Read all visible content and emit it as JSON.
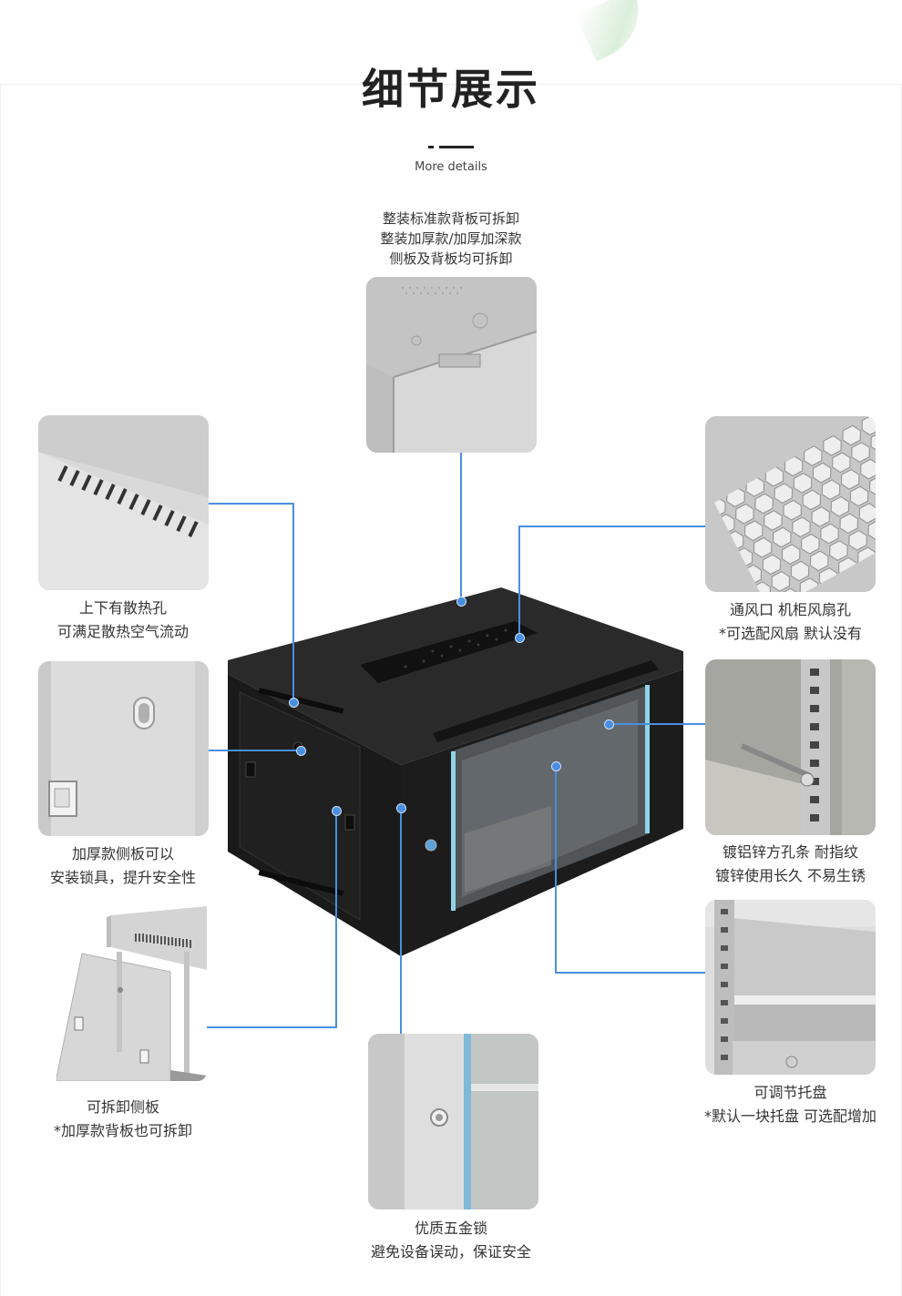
{
  "header": {
    "title": "细节展示",
    "subtitle": "More details"
  },
  "callouts": {
    "top": [
      "整装标准款背板可拆卸",
      "整装加厚款/加厚加深款",
      "侧板及背板均可拆卸"
    ],
    "vent_holes": [
      "上下有散热孔",
      "可满足散热空气流动"
    ],
    "side_lock": [
      "加厚款侧板可以",
      "安装锁具，提升安全性"
    ],
    "removable_side": [
      "可拆卸侧板",
      "*加厚款背板也可拆卸"
    ],
    "fan_holes": [
      "通风口 机柜风扇孔",
      "*可选配风扇 默认没有"
    ],
    "rails": [
      "镀铝锌方孔条 耐指纹",
      "镀锌使用长久 不易生锈"
    ],
    "tray": [
      "可调节托盘",
      "*默认一块托盘 可选配增加"
    ],
    "lock": [
      "优质五金锁",
      "避免设备误动，保证安全"
    ]
  },
  "colors": {
    "accent": "#4a8ee0",
    "cabinet": "#1f1f1f",
    "photo_gray": "#cfcfcf"
  }
}
